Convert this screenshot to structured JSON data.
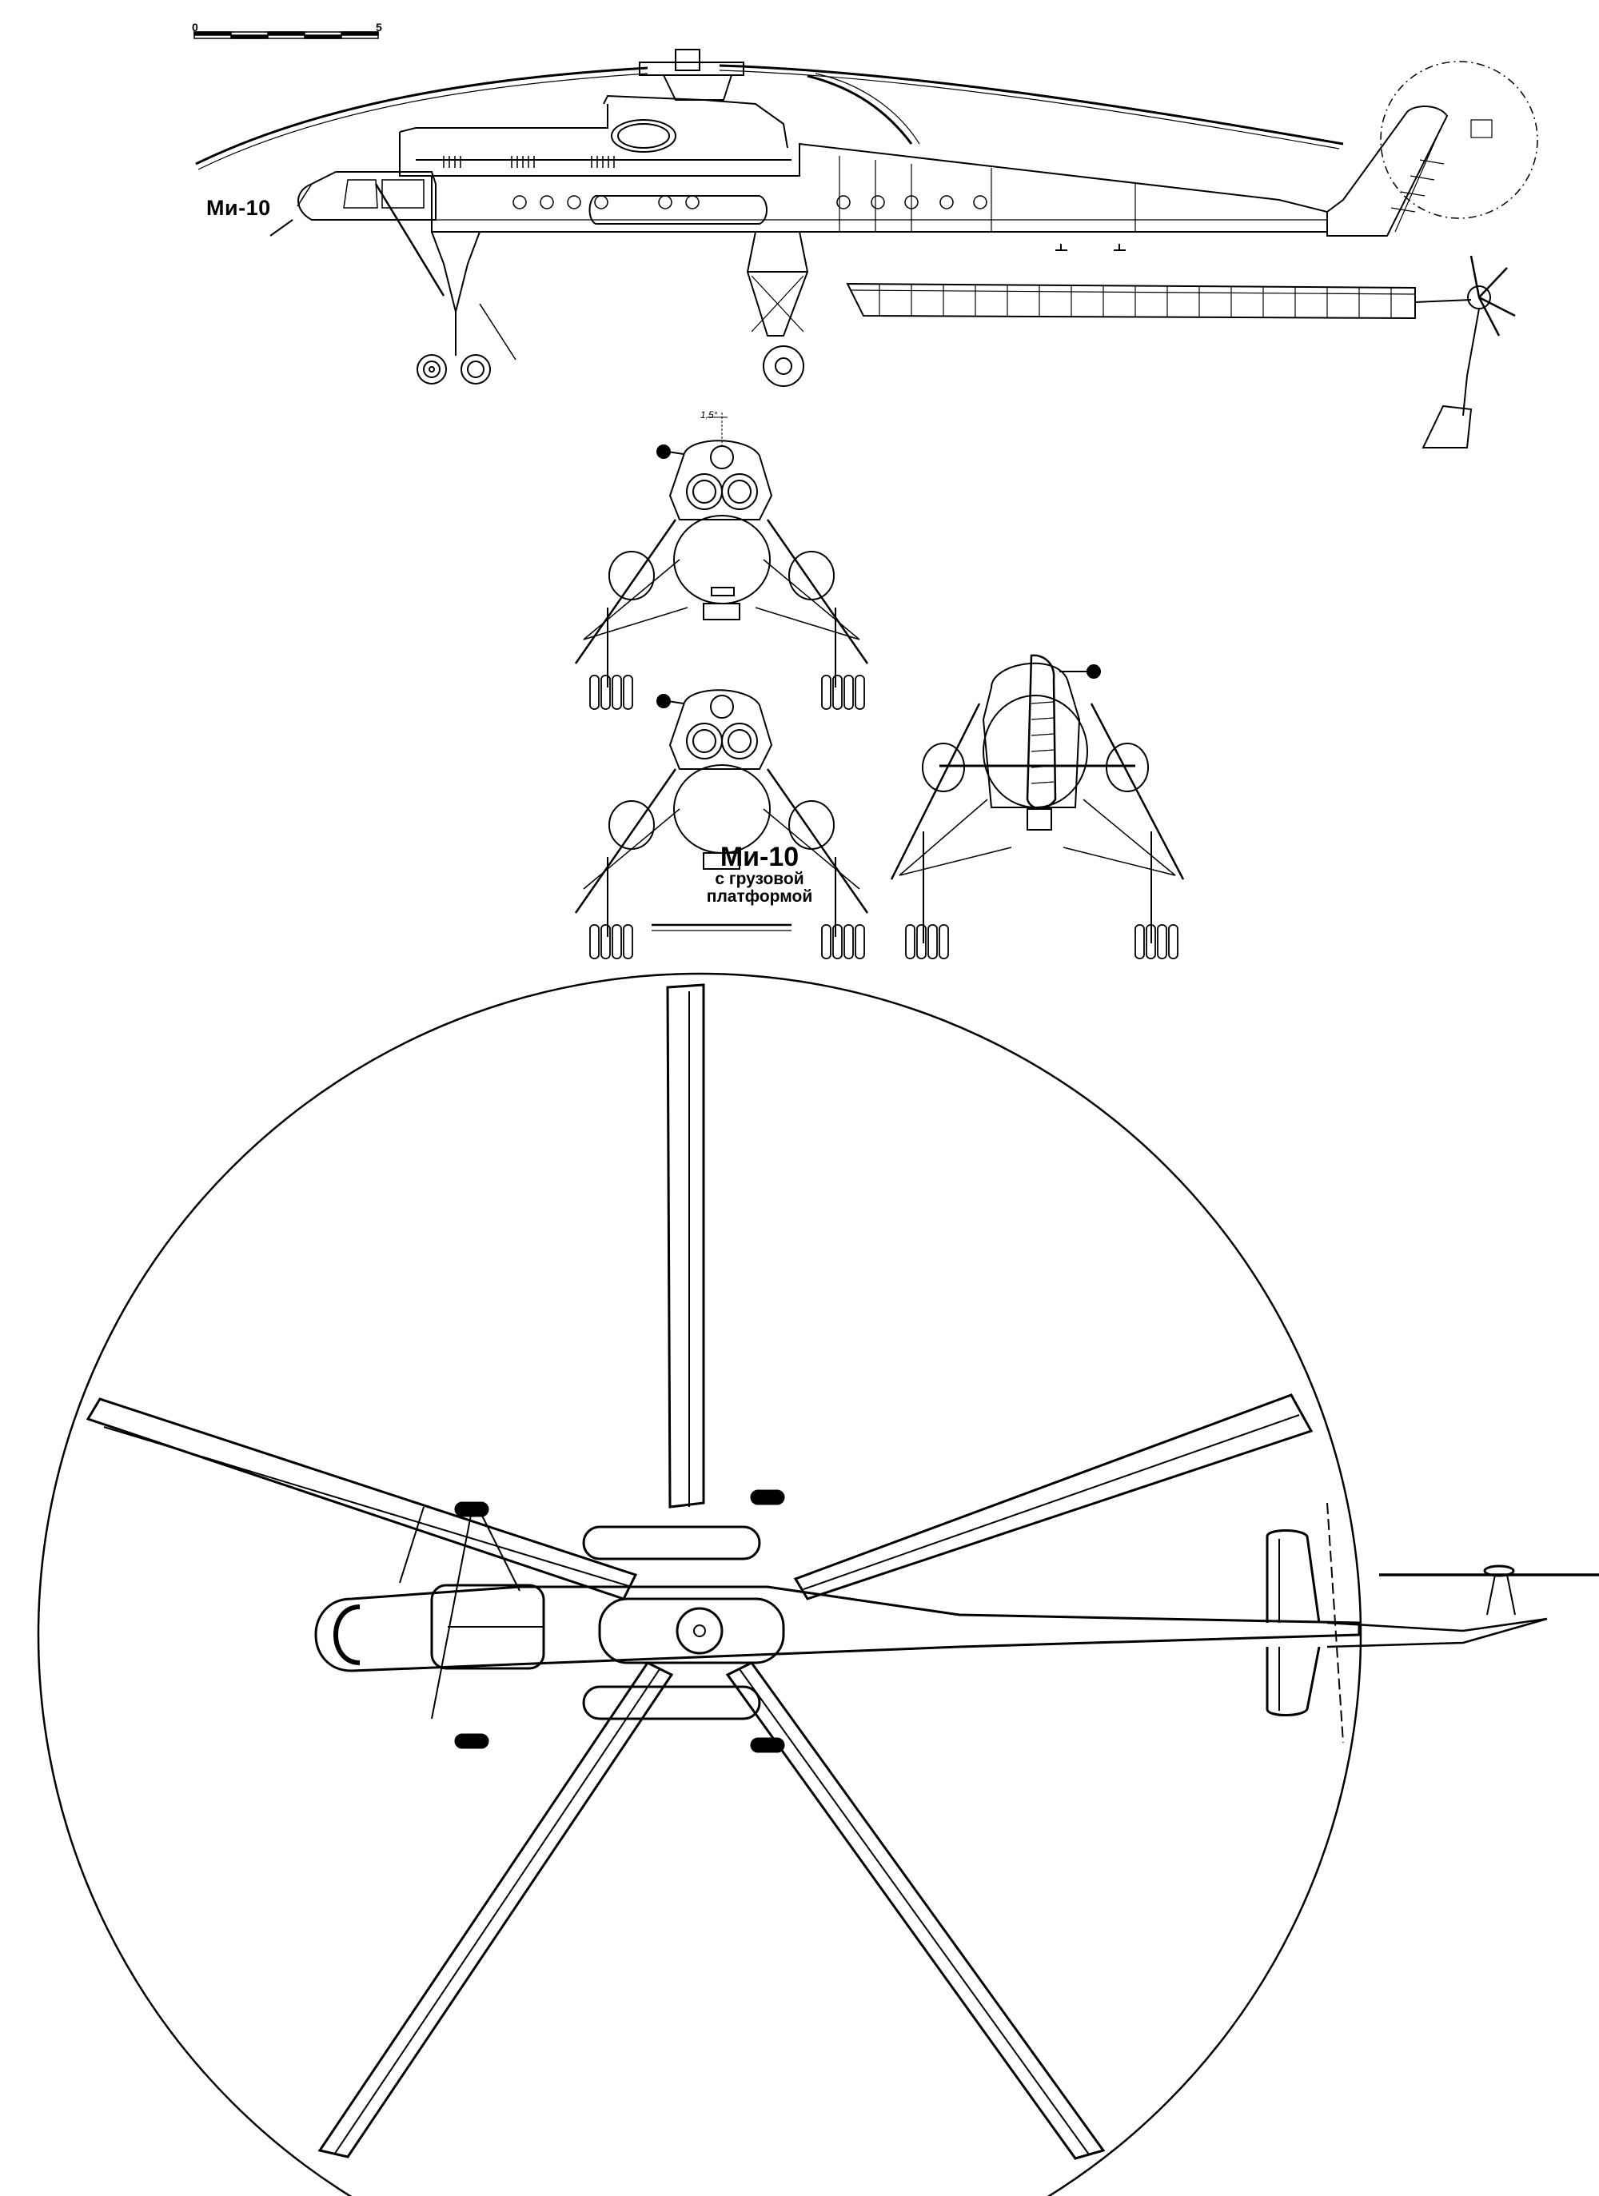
{
  "drawing": {
    "type": "three-view technical line drawing",
    "subject": "Mi-10 heavy crane helicopter",
    "line_color": "#000000",
    "background_color": "#ffffff"
  },
  "scale_bar": {
    "start_label": "0",
    "end_label": "5",
    "segments": 5
  },
  "side_view": {
    "label": "Ми-10",
    "features": [
      "main-rotor",
      "fuselage",
      "cockpit",
      "portholes",
      "tall-landing-gear",
      "tail-boom",
      "tail-fin",
      "tail-rotor",
      "tail-rotor-disc-dashed",
      "detached-rotor-blade"
    ]
  },
  "front_views": {
    "angle_note": "1,5°",
    "upper_view": "front view",
    "lower_left_view": {
      "title": "Ми-10",
      "subtitle_line1": "с грузовой",
      "subtitle_line2": "платформой"
    },
    "lower_right_view": "rear view"
  },
  "plan_view": {
    "rotor_blades": 5,
    "features": [
      "rotor-disc-circle",
      "fuselage-top",
      "stabilizer",
      "tail-rotor-top",
      "landing-gear-struts"
    ]
  }
}
